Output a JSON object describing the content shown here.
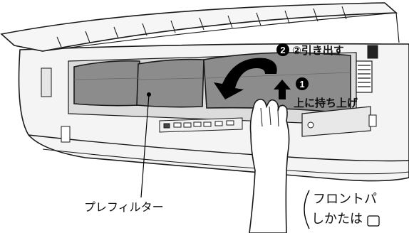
{
  "labels": {
    "step2": "②引き出す",
    "step1": "上に持ち上げ",
    "filter": "プレフィルター",
    "note_line1": "フロントパ",
    "note_line2": "しかたは"
  },
  "step_markers": {
    "step1": "1",
    "step2": "2"
  },
  "colors": {
    "filter_fill": "#8c8c8c",
    "body_fill": "#f4f4f4",
    "outline": "#1a1a1a",
    "marker_fill": "#000000"
  },
  "icons": [
    "curved-arrow-icon",
    "up-arrow-icon",
    "step-number-icon"
  ]
}
